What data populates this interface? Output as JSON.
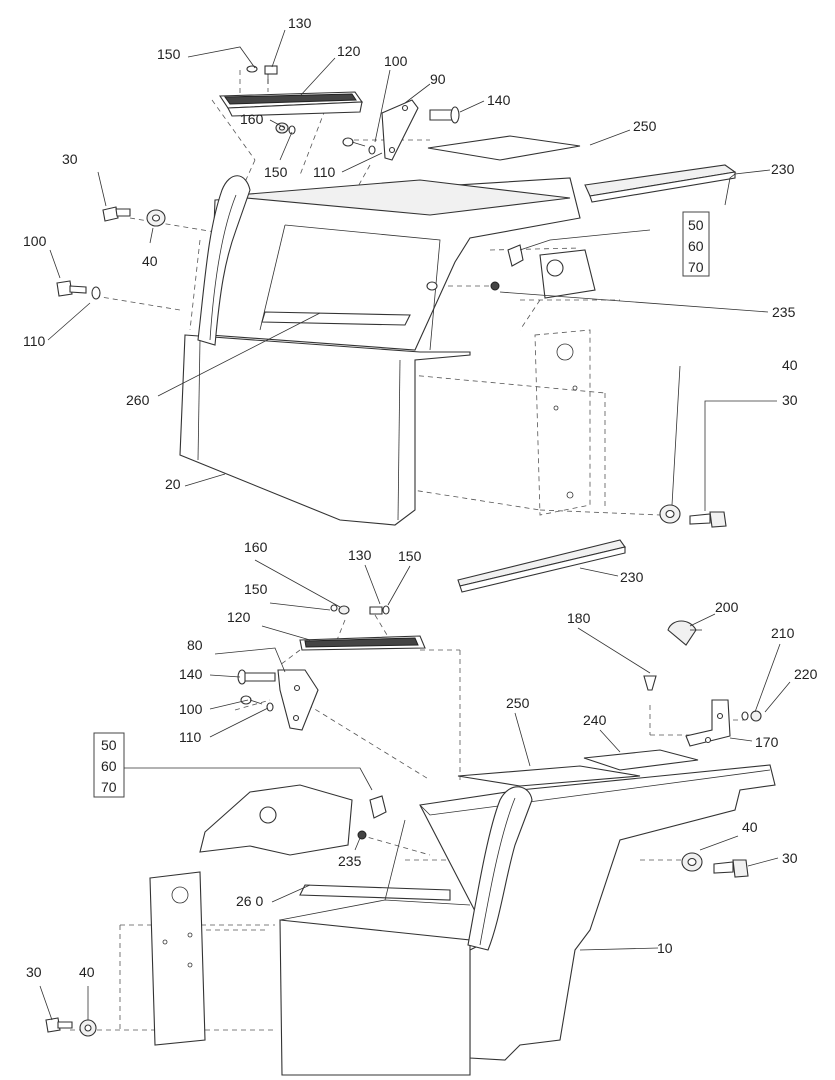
{
  "callouts": {
    "c130a": "130",
    "c150a": "150",
    "c120a": "120",
    "c100a": "100",
    "c90": "90",
    "c140a": "140",
    "c250a": "250",
    "c160a": "160",
    "c150b": "150",
    "c110a": "110",
    "c230a": "230",
    "c30a": "30",
    "c40a": "40",
    "c100b": "100",
    "c110b": "110",
    "c235a": "235",
    "c260a": "260",
    "c40b": "40",
    "c30b": "30",
    "c20": "20",
    "c230b": "230",
    "c160b": "160",
    "c130b": "130",
    "c150c": "150",
    "c150d": "150",
    "c120b": "120",
    "c180": "180",
    "c200": "200",
    "c210": "210",
    "c220": "220",
    "c80": "80",
    "c140b": "140",
    "c100c": "100",
    "c110c": "110",
    "c250b": "250",
    "c240": "240",
    "c170": "170",
    "c235b": "235",
    "c260b": "26 0",
    "c40c": "40",
    "c30c": "30",
    "c10": "10",
    "c30d": "30",
    "c40d": "40"
  },
  "group_boxes": {
    "upper": [
      "50",
      "60",
      "70"
    ],
    "lower": [
      "50",
      "60",
      "70"
    ]
  }
}
